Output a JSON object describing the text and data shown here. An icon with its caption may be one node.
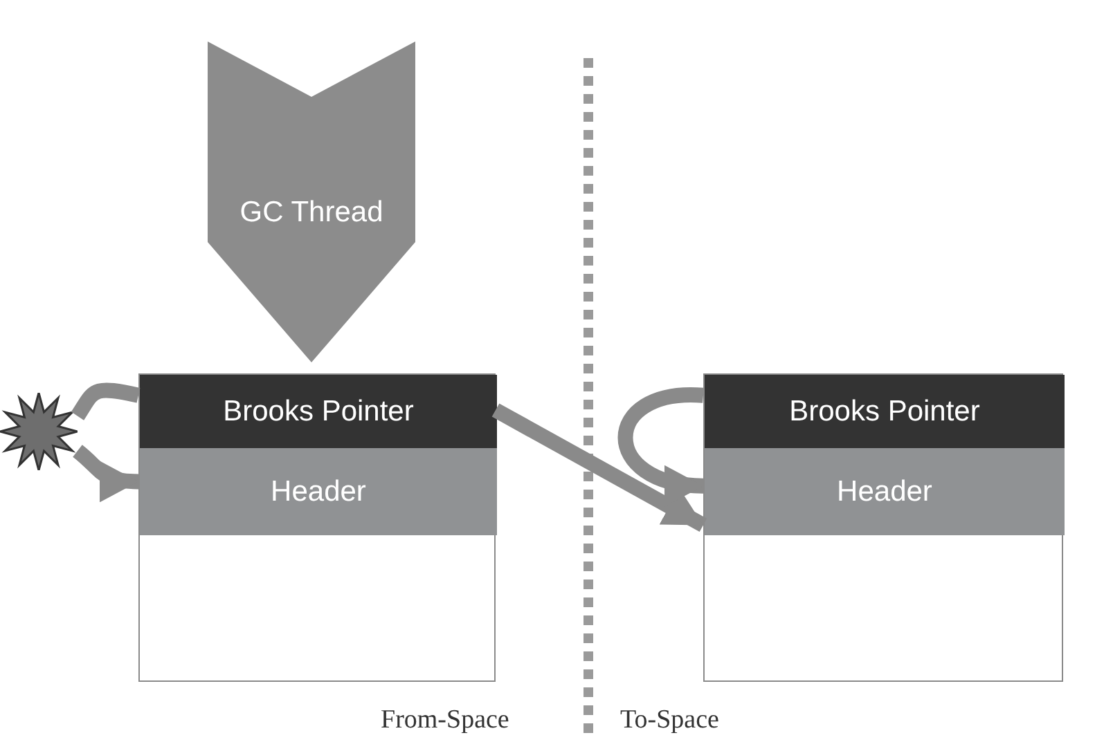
{
  "diagram": {
    "nodes": [
      {
        "text": [
          "GC Thread"
        ]
      },
      {
        "text": [],
        "shape": "box"
      },
      {
        "text": [
          "Brooks Pointer"
        ],
        "in": 1
      },
      {
        "text": [
          "Header"
        ],
        "in": 1
      },
      {
        "text": [],
        "shape": "box"
      },
      {
        "text": [
          "Brooks Pointer"
        ],
        "in": 4
      },
      {
        "text": [
          "Header"
        ],
        "in": 4
      },
      {
        "text": [],
        "shape": "star"
      }
    ],
    "edges": [
      {
        "from": 2,
        "to": 7,
        "arrow": "none"
      },
      {
        "from": 7,
        "to": 3,
        "arrow": "to"
      },
      {
        "from": 2,
        "to": 6,
        "arrow": "to"
      },
      {
        "from": 5,
        "to": 6,
        "arrow": "to"
      }
    ],
    "labels": [
      "From-Space",
      "To-Space"
    ]
  }
}
